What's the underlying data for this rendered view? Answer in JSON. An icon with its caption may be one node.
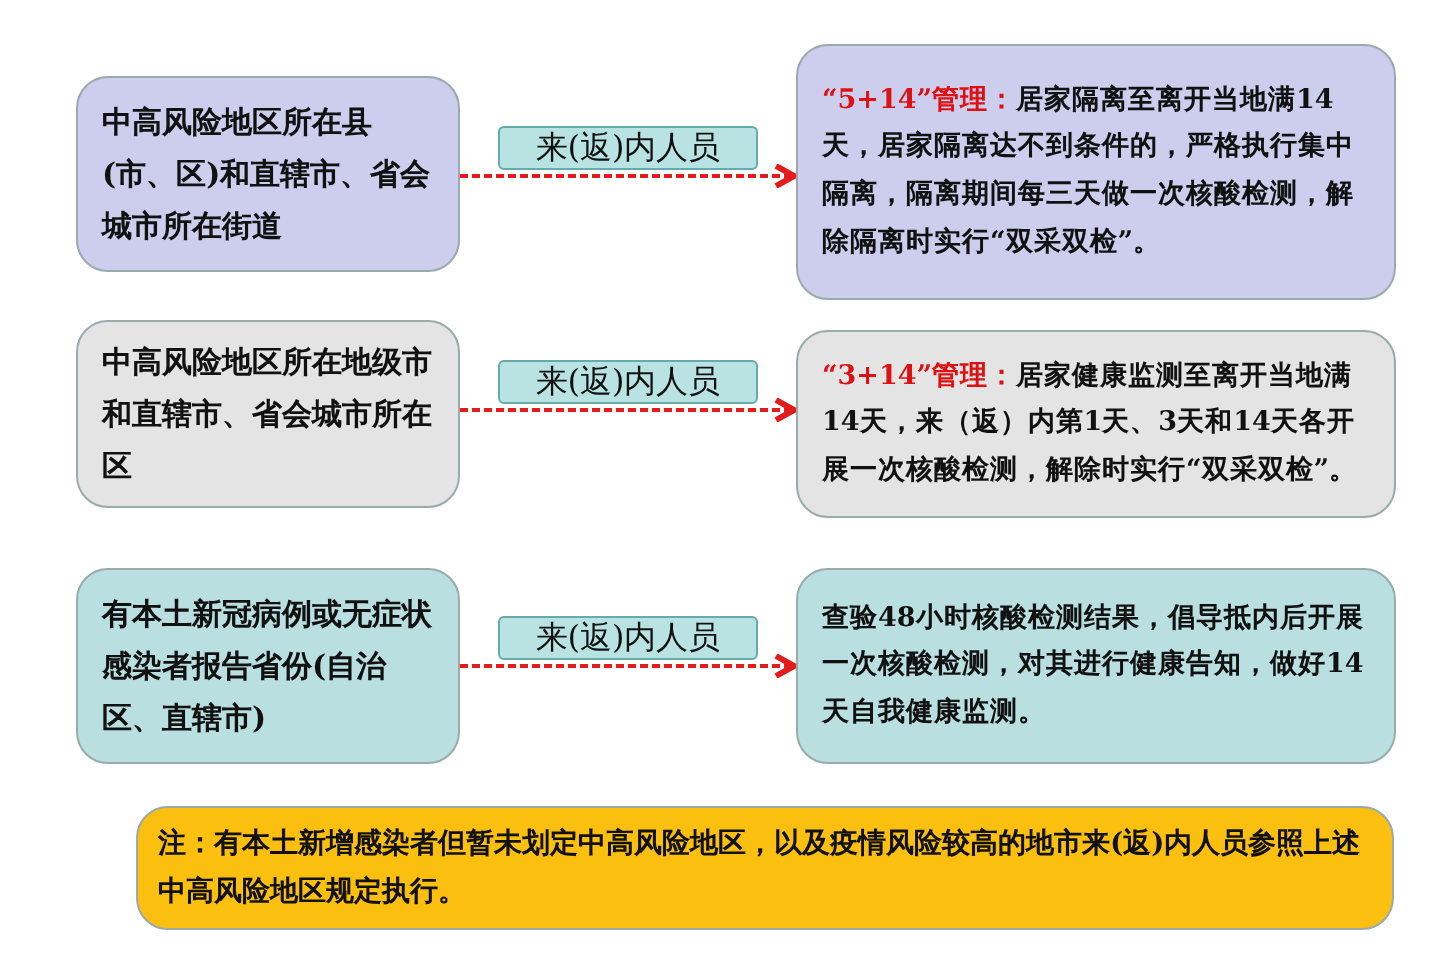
{
  "diagram": {
    "nodes": [
      {
        "text": [
          "中高风险地区所在县(市、区)和直辖市、省会城市所在街道"
        ]
      },
      {
        "text": [
          "“5+14”管理：",
          "居家隔离至离开当地满14天，居家隔离达不到条件的，严格执行集中隔离，隔离期间每三天做一次核酸检测，解除隔离时实行“双采双检”。"
        ]
      },
      {
        "text": [
          "中高风险地区所在地级市和直辖市、省会城市所在区"
        ]
      },
      {
        "text": [
          "“3+14”管理：",
          "居家健康监测至离开当地满14天，来（返）内第1天、3天和14天各开展一次核酸检测，解除时实行“双采双检”。"
        ]
      },
      {
        "text": [
          "有本土新冠病例或无症状感染者报告省份(自治区、直辖市)"
        ]
      },
      {
        "text": [
          "查验48小时核酸检测结果，倡导抵内后开展一次核酸检测，对其进行健康告知，做好14天自我健康监测。"
        ]
      },
      {
        "text": [
          "注：有本土新增感染者但暂未划定中高风险地区，以及疫情风险较高的地市来(返)内人员参照上述中高风险地区规定执行。"
        ]
      }
    ],
    "edges": [
      {
        "from": 0,
        "to": 1,
        "arrow": "to",
        "style": "dashed",
        "label": "来(返)内人员"
      },
      {
        "from": 2,
        "to": 3,
        "arrow": "to",
        "style": "dashed",
        "label": "来(返)内人员"
      },
      {
        "from": 4,
        "to": 5,
        "arrow": "to",
        "style": "dashed",
        "label": "来(返)内人员"
      }
    ]
  }
}
